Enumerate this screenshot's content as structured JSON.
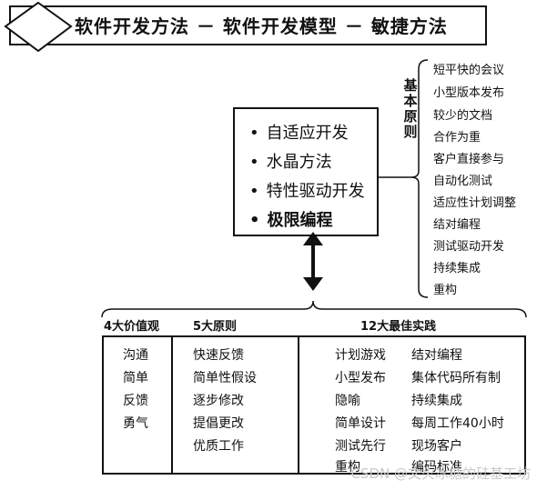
{
  "title": "软件开发方法 － 软件开发模型 － 敏捷方法",
  "methods": [
    "自适应开发",
    "水晶方法",
    "特性驱动开发",
    "极限编程"
  ],
  "basic_principles": {
    "label": "基本原则",
    "items": [
      "短平快的会议",
      "小型版本发布",
      "较少的文档",
      "合作为重",
      "客户直接参与",
      "自动化测试",
      "适应性计划调整",
      "结对编程",
      "测试驱动开发",
      "持续集成",
      "重构"
    ]
  },
  "values": {
    "header": "4大价值观",
    "items": [
      "沟通",
      "简单",
      "反馈",
      "勇气"
    ]
  },
  "principles": {
    "header": "5大原则",
    "items": [
      "快速反馈",
      "简单性假设",
      "逐步修改",
      "提倡更改",
      "优质工作"
    ]
  },
  "practices": {
    "header": "12大最佳实践",
    "col1": [
      "计划游戏",
      "小型发布",
      "隐喻",
      "简单设计",
      "测试先行",
      "重构"
    ],
    "col2": [
      "结对编程",
      "集体代码所有制",
      "持续集成",
      "每周工作40小时",
      "现场客户",
      "编码标准"
    ]
  },
  "watermark": "CSDN @文火冰糖的硅基工坊"
}
